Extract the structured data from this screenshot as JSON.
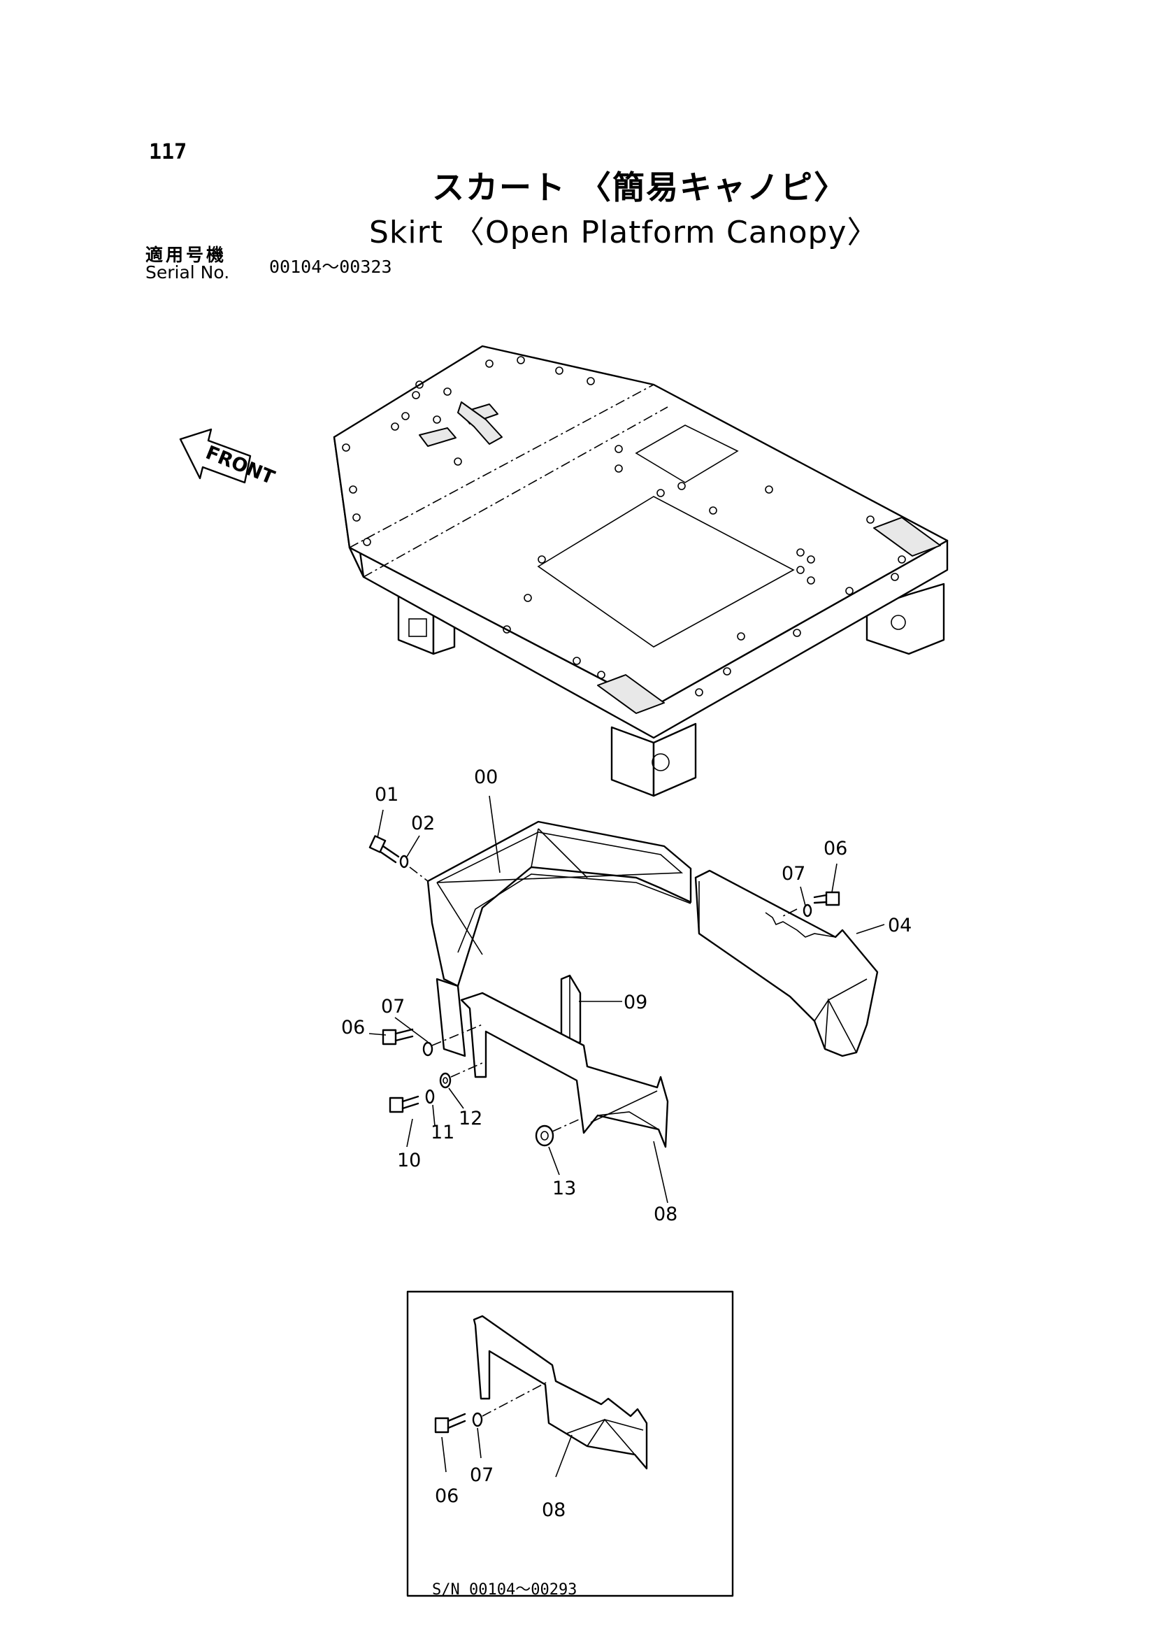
{
  "page_number": "117",
  "title_ja": "スカート 〈簡易キャノピ〉",
  "title_en": "Skirt 〈Open Platform Canopy〉",
  "serial_label_ja": "適用号機",
  "serial_label_en": "Serial No.",
  "serial_range": "00104〜00323",
  "front_label": "FRONT",
  "callouts": {
    "c00": "00",
    "c01": "01",
    "c02": "02",
    "c04": "04",
    "c06a": "06",
    "c07a": "07",
    "c06b": "06",
    "c07b": "07",
    "c09": "09",
    "c10": "10",
    "c11": "11",
    "c12": "12",
    "c13": "13",
    "c08": "08"
  },
  "inset": {
    "c06": "06",
    "c07": "07",
    "c08": "08",
    "serial_note": "S/N  00104〜00293"
  }
}
